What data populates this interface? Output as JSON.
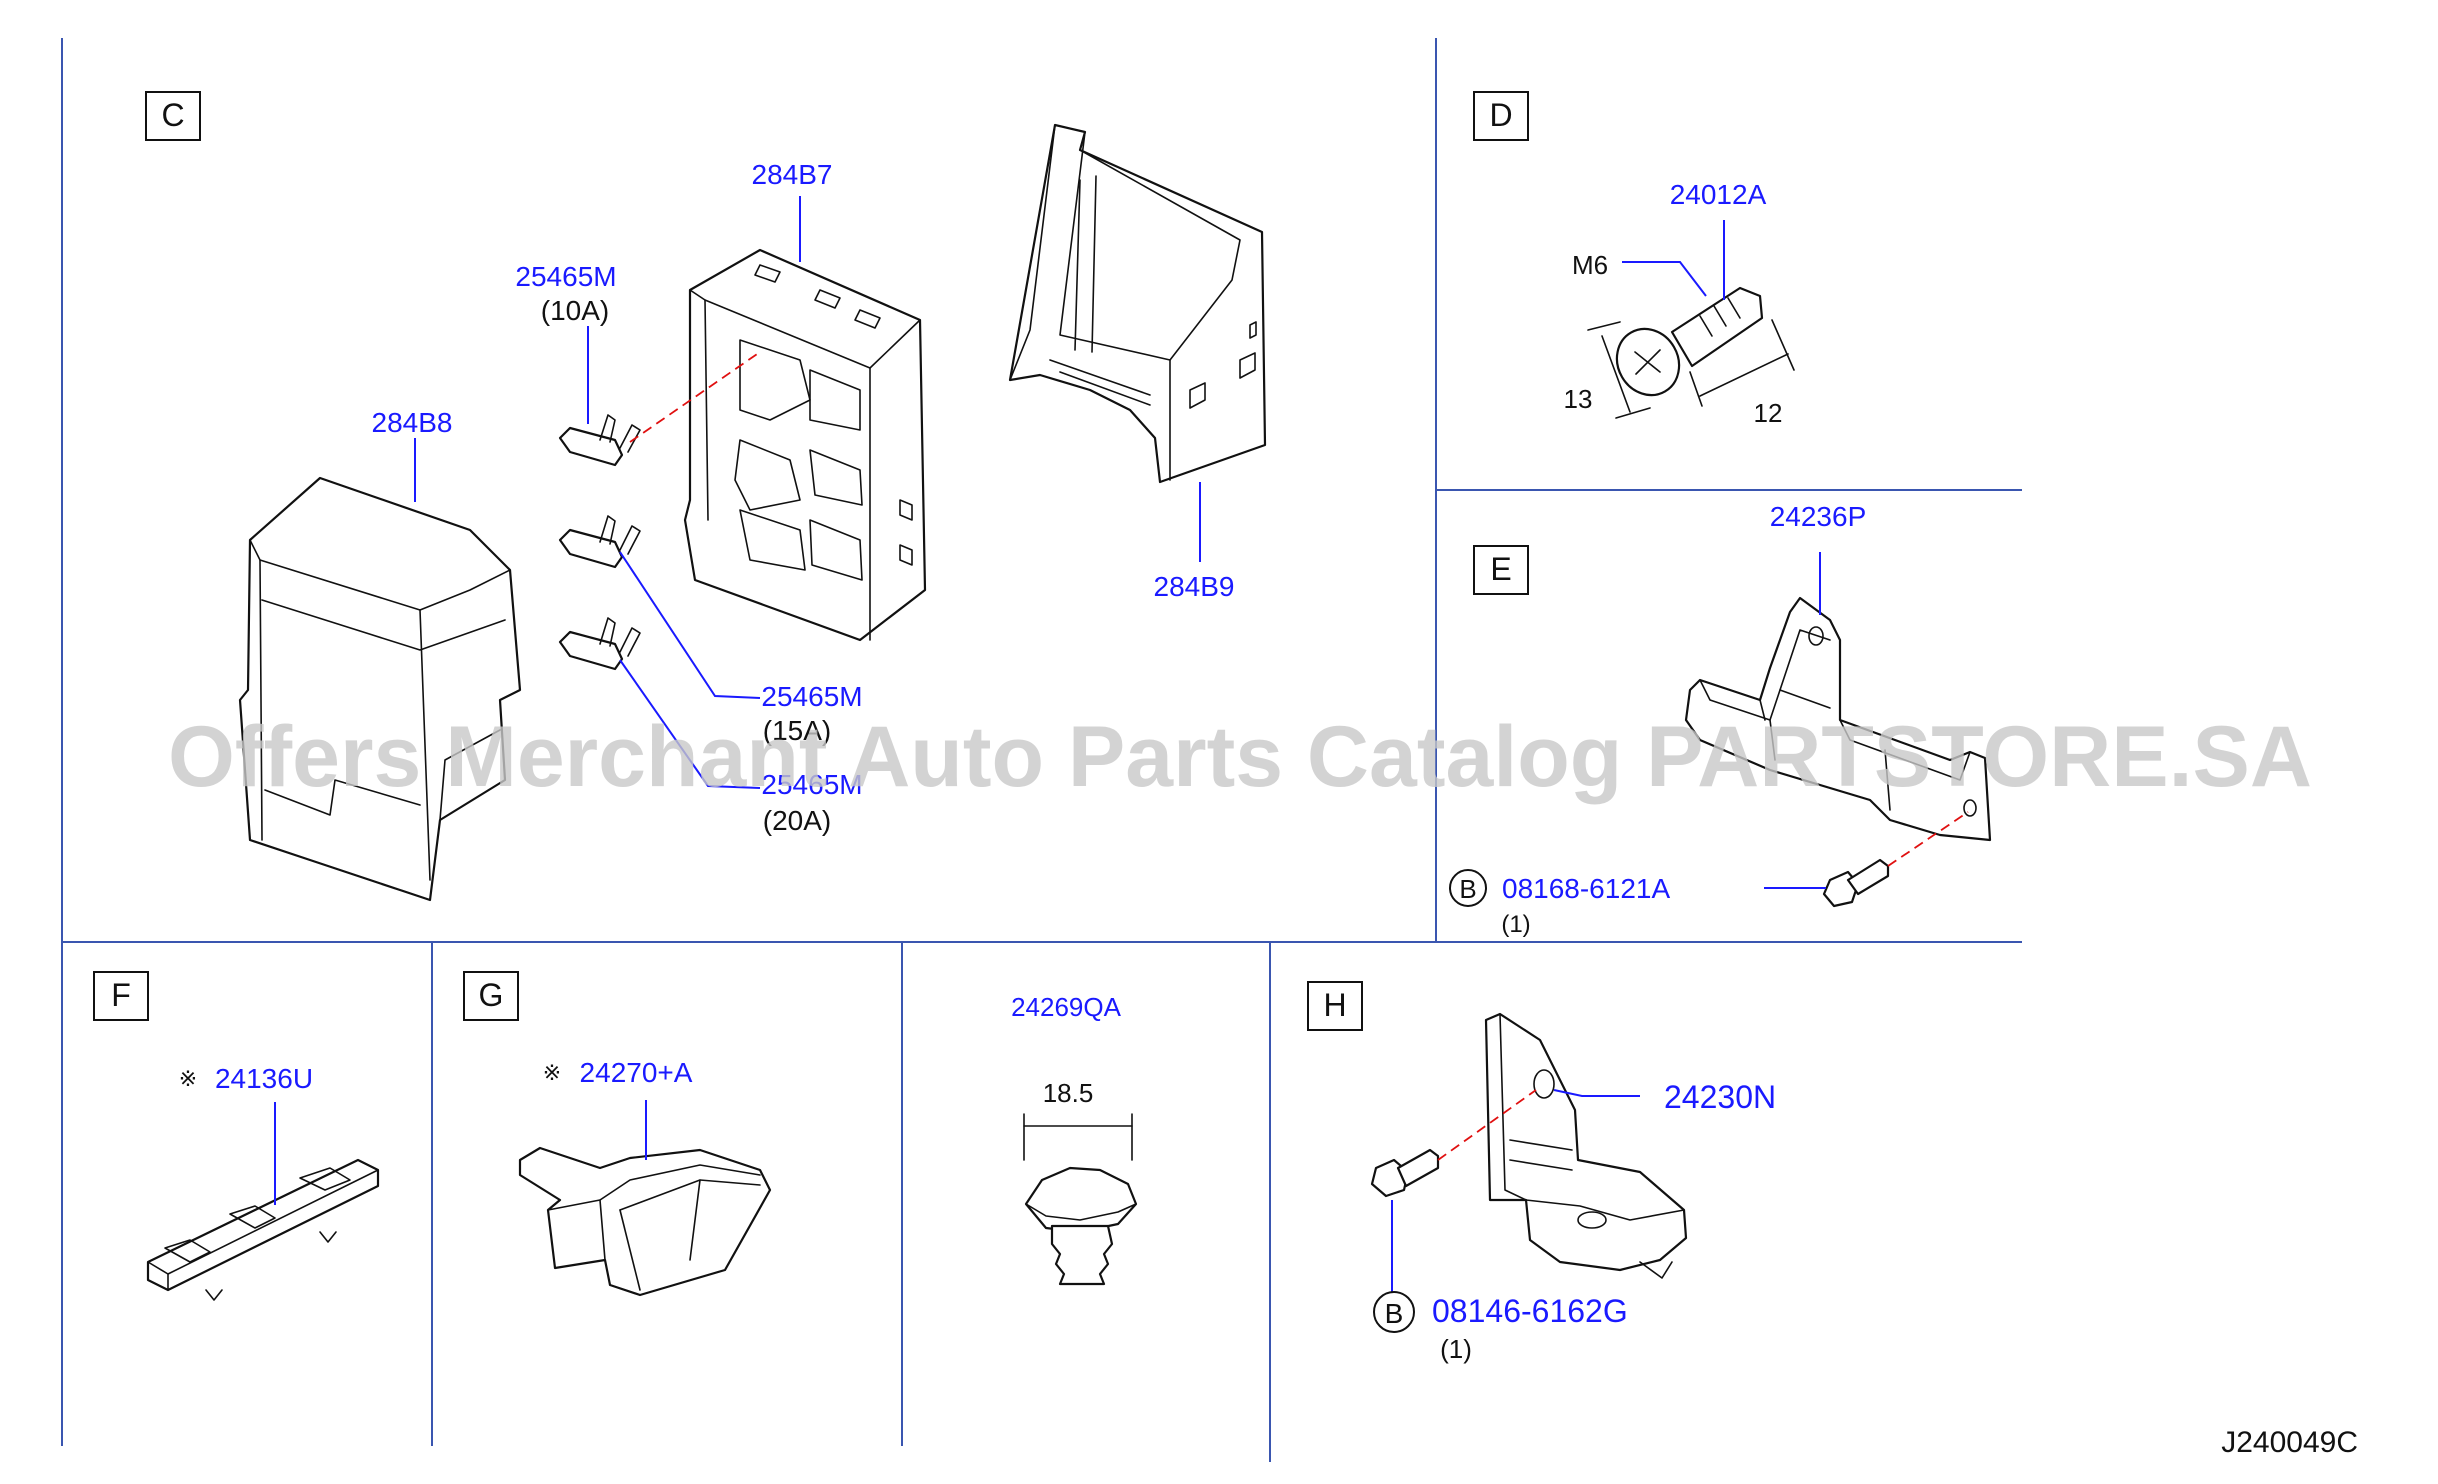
{
  "sections": {
    "C": "C",
    "D": "D",
    "E": "E",
    "F": "F",
    "G": "G",
    "H": "H"
  },
  "parts": {
    "p284B7": "284B7",
    "p284B8": "284B8",
    "p284B9": "284B9",
    "fuse10_num": "25465M",
    "fuse10_amp": "(10A)",
    "fuse15_num": "25465M",
    "fuse15_amp": "(15A)",
    "fuse20_num": "25465M",
    "fuse20_amp": "(20A)",
    "p24012A": "24012A",
    "m6": "M6",
    "dim13": "13",
    "dim12": "12",
    "p24236P": "24236P",
    "bolt_e_num": "08168-6121A",
    "bolt_e_qty": "(1)",
    "p24136U": "24136U",
    "p24270A": "24270+A",
    "p24269QA": "24269QA",
    "dim185": "18.5",
    "p24230N": "24230N",
    "bolt_h_num": "08146-6162G",
    "bolt_h_qty": "(1)",
    "b_mark": "B",
    "ref_mark": "※"
  },
  "diagram_code": "J240049C",
  "watermark": "Offers Merchant Auto Parts Catalog PARTSTORE.SA",
  "colors": {
    "label": "#1a1aff",
    "divider": "#3a56b0",
    "dash": "#e01010",
    "watermark": "#c8c8c8"
  }
}
